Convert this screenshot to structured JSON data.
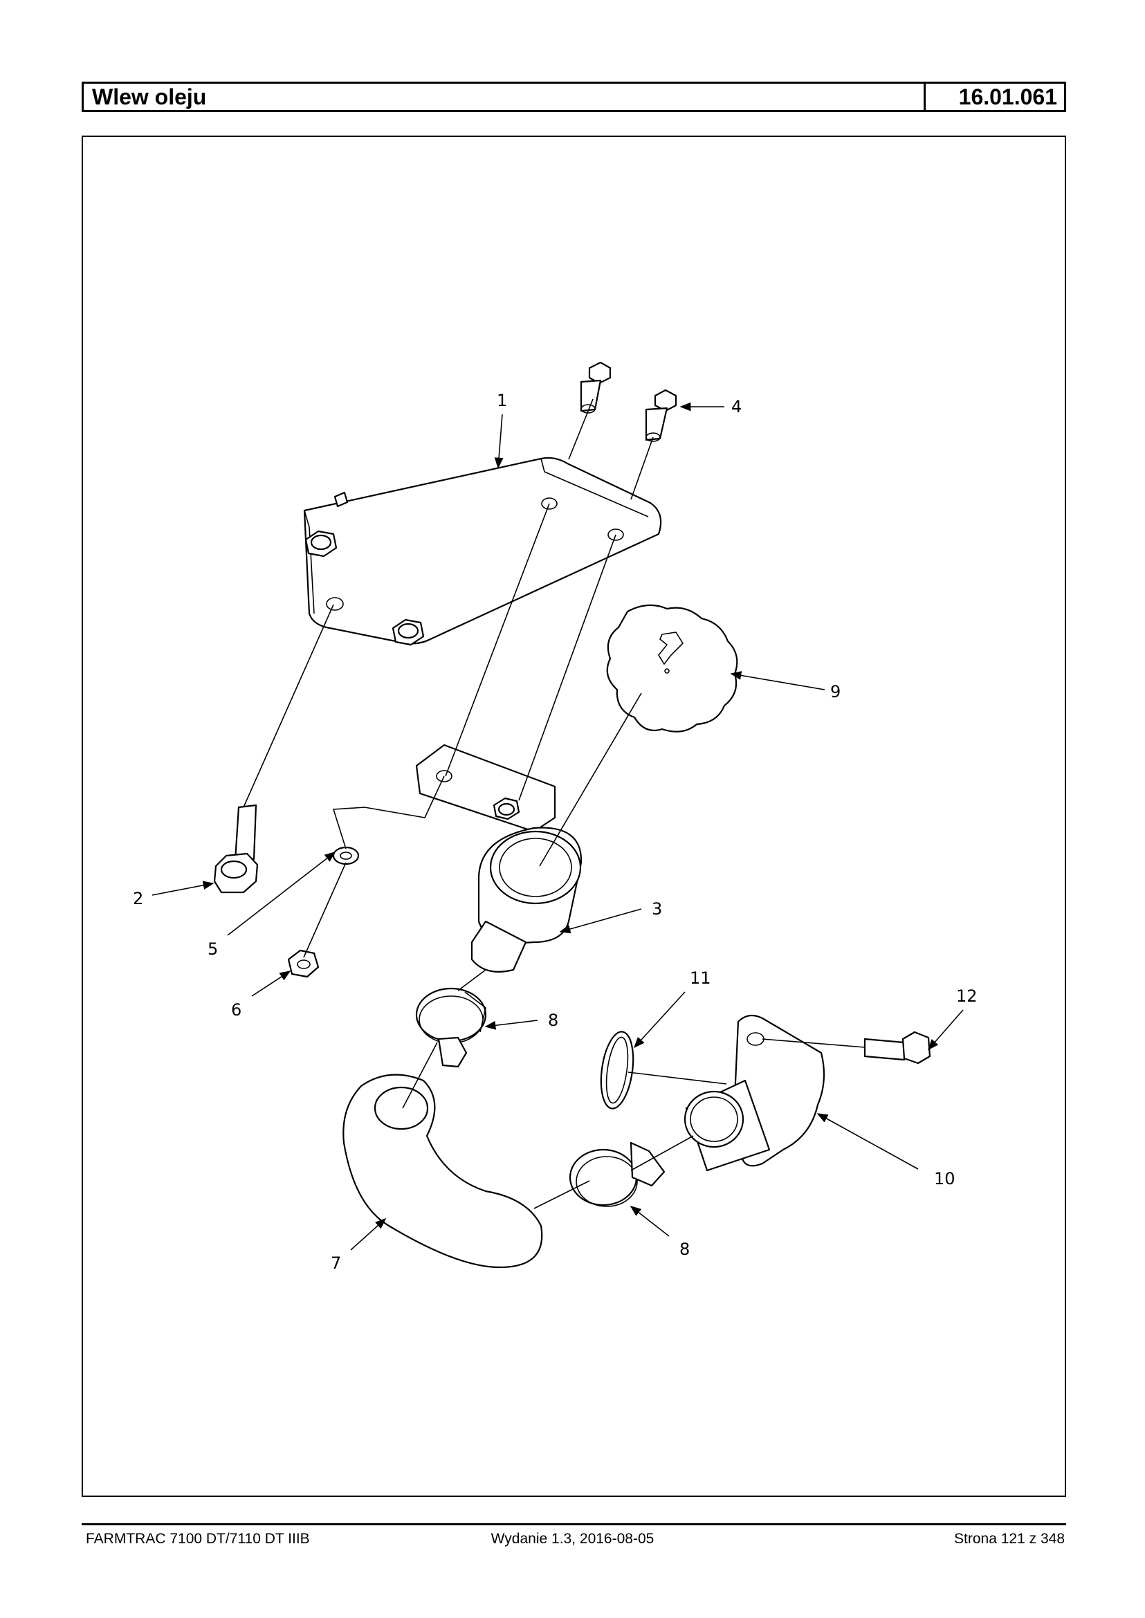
{
  "header": {
    "title": "Wlew oleju",
    "code": "16.01.061"
  },
  "callouts": [
    "1",
    "2",
    "3",
    "4",
    "5",
    "6",
    "7",
    "8",
    "8",
    "9",
    "10",
    "11",
    "12"
  ],
  "footer": {
    "left": "FARMTRAC 7100 DT/7110 DT IIIB",
    "center": "Wydanie 1.3,  2016-08-05",
    "right": "Strona 121 z 348"
  }
}
